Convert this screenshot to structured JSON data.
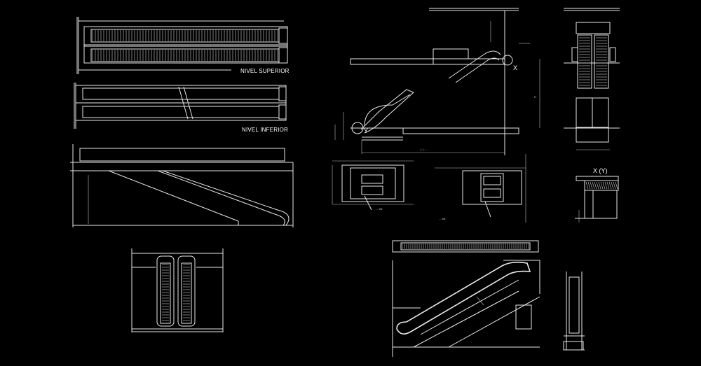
{
  "colors": {
    "background": "#000000",
    "line": "#e8e8e8"
  },
  "labels": {
    "nivel_superior": "NIVEL SUPERIOR",
    "nivel_inferior": "NIVEL INFERIOR",
    "x_marker": "X",
    "y_marker": "Y",
    "xy_title": "X (Y)",
    "length_note": "L = ...",
    "load_note_1": "... kN",
    "load_note_2": "... kN",
    "h_note": "H"
  }
}
